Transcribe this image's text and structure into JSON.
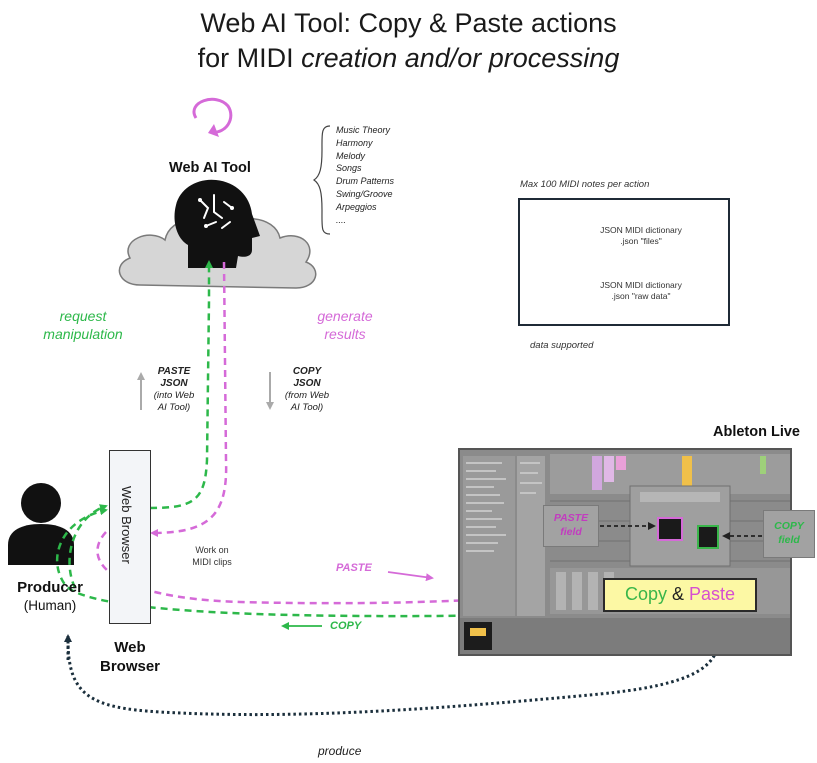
{
  "title": {
    "line1": "Web AI Tool: Copy & Paste actions",
    "line2_prefix": "for MIDI ",
    "line2_italic": "creation and/or processing"
  },
  "ai_tool": {
    "label": "Web AI Tool",
    "capabilities": [
      "Music Theory",
      "Harmony",
      "Melody",
      "Songs",
      "Drum Patterns",
      "Swing/Groove",
      "Arpeggios",
      "...."
    ]
  },
  "data_panel": {
    "limit": "Max 100 MIDI  notes per action",
    "items": [
      {
        "line1": "JSON MIDI dictionary",
        "line2": ".json \"files\""
      },
      {
        "line1": "JSON MIDI dictionary",
        "line2": ".json \"raw data\""
      }
    ],
    "caption": "data supported"
  },
  "flows": {
    "request": {
      "line1": "request",
      "line2": "manipulation"
    },
    "generate": {
      "line1": "generate",
      "line2": "results"
    },
    "paste_json": {
      "title1": "PASTE",
      "title2": "JSON",
      "sub1": "(into Web",
      "sub2": "AI Tool)"
    },
    "copy_json": {
      "title1": "COPY",
      "title2": "JSON",
      "sub1": "(from Web",
      "sub2": "AI Tool)"
    },
    "work_on": {
      "line1": "Work on",
      "line2": "MIDI clips"
    },
    "paste": "PASTE",
    "copy": "COPY",
    "produce": "produce"
  },
  "producer": {
    "label": "Producer",
    "sub": "(Human)"
  },
  "browser": {
    "vertical_label": "Web Browser",
    "line1": "Web",
    "line2": "Browser"
  },
  "ableton": {
    "label": "Ableton Live",
    "paste_field": {
      "line1": "PASTE",
      "line2": "field"
    },
    "copy_field": {
      "line1": "COPY",
      "line2": "field"
    },
    "cp_copy": "Copy",
    "cp_amp": " & ",
    "cp_paste": "Paste"
  },
  "colors": {
    "green": "#2db84a",
    "pink": "#d56ad8",
    "navy": "#1b2f3c",
    "cp_green": "#39b54a",
    "cp_pink": "#d64fd0"
  }
}
